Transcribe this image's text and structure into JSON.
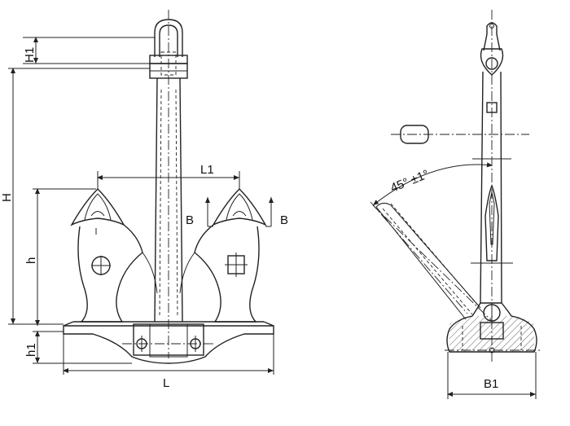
{
  "labels": {
    "H1": "H1",
    "H": "H",
    "h": "h",
    "h1": "h1",
    "L": "L",
    "L1": "L1",
    "B_left": "B",
    "B_right": "B",
    "angle": "45° ±1°",
    "B1": "B1"
  }
}
